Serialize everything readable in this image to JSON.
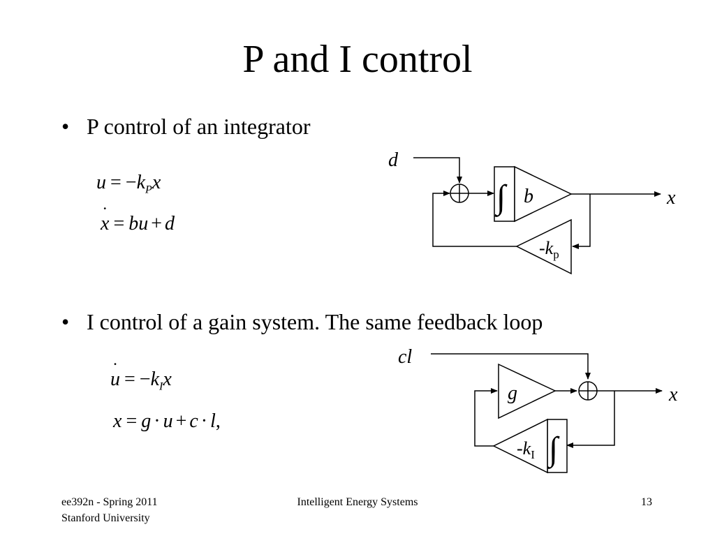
{
  "slide": {
    "title": "P and I control",
    "bullet_mark": "•",
    "bullet1": "P control of an integrator",
    "bullet2": "I control of a gain system. The same feedback loop"
  },
  "eq1": {
    "lhs": "u",
    "eq": "=",
    "minus": "−",
    "k": "k",
    "sub": "P",
    "x": "x"
  },
  "eq2": {
    "xdot": "x",
    "eq": "=",
    "b": "b",
    "u": "u",
    "plus": "+",
    "d": "d"
  },
  "eq3": {
    "udot": "u",
    "eq": "=",
    "minus": "−",
    "k": "k",
    "sub": "I",
    "x": "x"
  },
  "eq4": {
    "x": "x",
    "eq": "=",
    "g": "g",
    "cdot1": "·",
    "u": "u",
    "plus": "+",
    "c": "c",
    "cdot2": "·",
    "l": "l",
    "comma": ","
  },
  "diagram1": {
    "input_label": "d",
    "gain_label": "b",
    "feedback_prefix": "-",
    "feedback_k": "k",
    "feedback_sub": "p",
    "output_label": "x"
  },
  "diagram2": {
    "input_label": "cl",
    "gain_label": "g",
    "feedback_prefix": "-",
    "feedback_k": "k",
    "feedback_sub": "I",
    "output_label": "x"
  },
  "footer": {
    "course": "ee392n - Spring 2011",
    "university": "Stanford University",
    "topic": "Intelligent Energy Systems",
    "page_number": "13"
  }
}
